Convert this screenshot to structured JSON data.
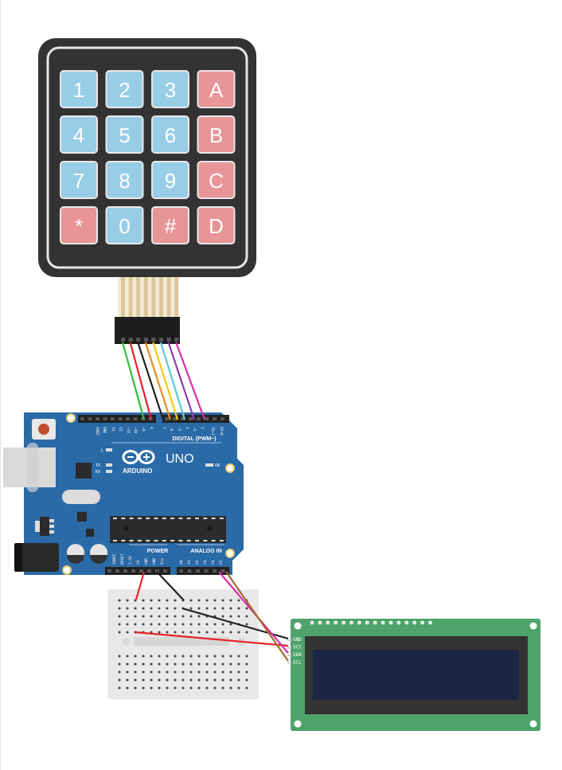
{
  "keypad": {
    "keys": [
      {
        "label": "1",
        "kind": "digit"
      },
      {
        "label": "2",
        "kind": "digit"
      },
      {
        "label": "3",
        "kind": "digit"
      },
      {
        "label": "A",
        "kind": "letter"
      },
      {
        "label": "4",
        "kind": "digit"
      },
      {
        "label": "5",
        "kind": "digit"
      },
      {
        "label": "6",
        "kind": "digit"
      },
      {
        "label": "B",
        "kind": "letter"
      },
      {
        "label": "7",
        "kind": "digit"
      },
      {
        "label": "8",
        "kind": "digit"
      },
      {
        "label": "9",
        "kind": "digit"
      },
      {
        "label": "C",
        "kind": "letter"
      },
      {
        "label": "*",
        "kind": "letter"
      },
      {
        "label": "0",
        "kind": "digit"
      },
      {
        "label": "#",
        "kind": "letter"
      },
      {
        "label": "D",
        "kind": "letter"
      }
    ],
    "colors": {
      "digit": "#98cde6",
      "letter": "#e79597",
      "body": "#333333"
    }
  },
  "wires": {
    "keypad_to_arduino": [
      "#2fbf3a",
      "#e8232a",
      "#222222",
      "#f08a1c",
      "#f2cc12",
      "#5cc8d8",
      "#8a3fb0",
      "#d92fa5"
    ]
  },
  "arduino": {
    "brand": "ARDUINO",
    "model": "UNO",
    "digital_label": "DIGITAL (PWM~)",
    "power_label": "POWER",
    "analog_label": "ANALOG IN",
    "on_label": "ON",
    "l_label": "L",
    "tx_label": "TX",
    "rx_label": "RX",
    "digital_pins": [
      "AREF",
      "GND",
      "13",
      "12",
      "~11",
      "~10",
      "~9",
      "8",
      "7",
      "~6",
      "~5",
      "4",
      "~3",
      "2",
      "TX▸1",
      "RX◂0"
    ],
    "power_pins": [
      "IOREF",
      "RESET",
      "3.3V",
      "5V",
      "GND",
      "GND",
      "Vin"
    ],
    "analog_pins": [
      "A0",
      "A1",
      "A2",
      "A3",
      "A4",
      "A5"
    ],
    "board_color": "#2a6aa7"
  },
  "lcd": {
    "pins": [
      "GND",
      "VCC",
      "SDA",
      "SCL"
    ],
    "board_color": "#4ea36a",
    "screen_color": "#1c2745"
  }
}
